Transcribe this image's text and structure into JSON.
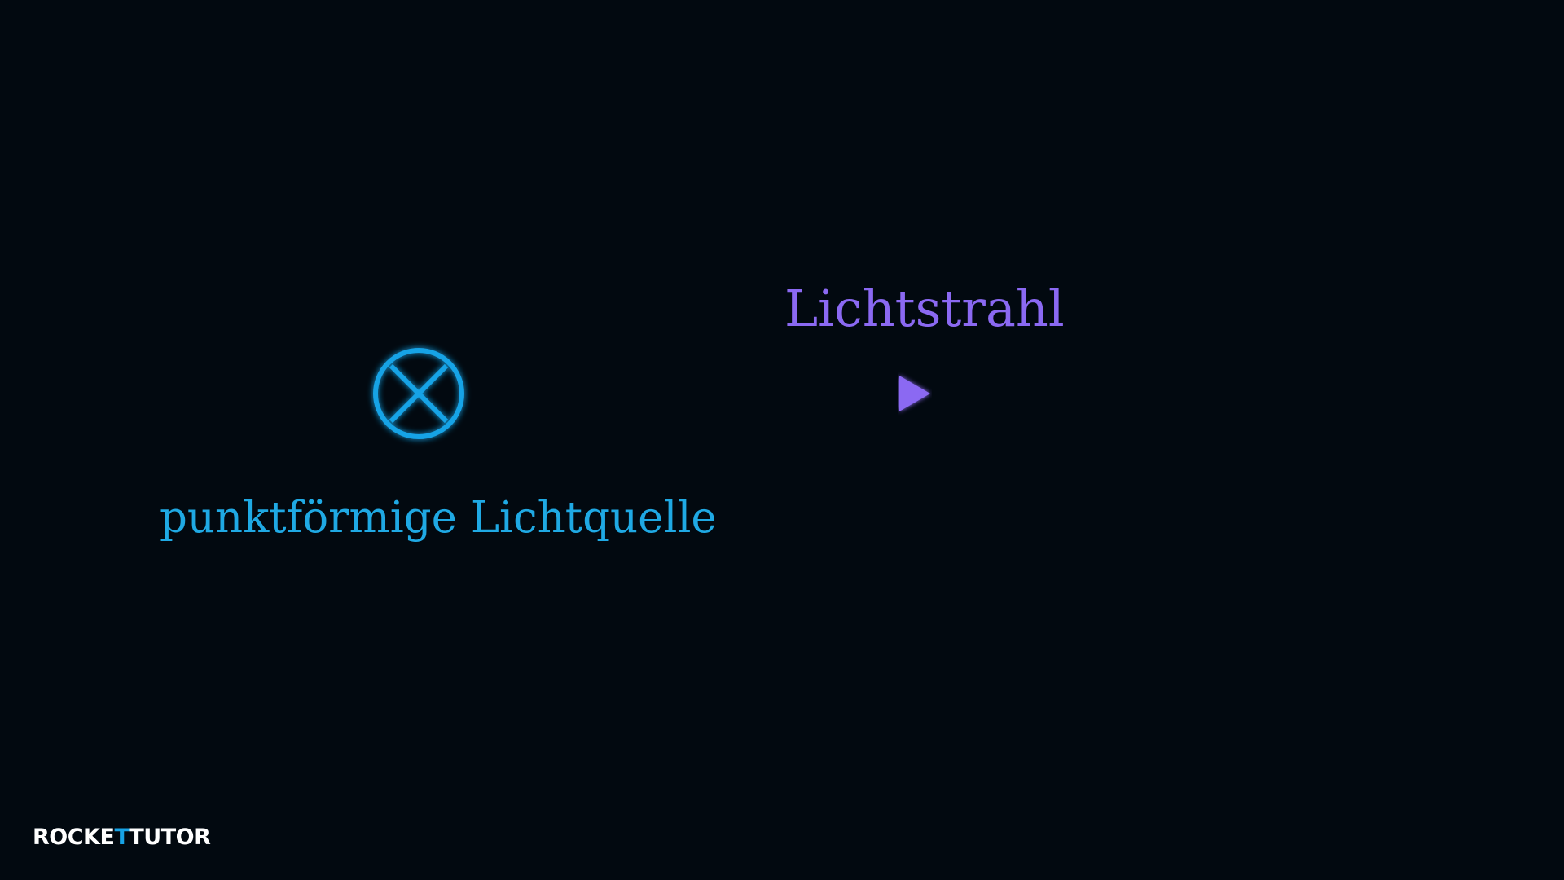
{
  "labels": {
    "ray": "Lichtstrahl",
    "source": "punktförmige Lichtquelle"
  },
  "logo": {
    "text": "ROCKETTUTOR",
    "part1": "ROCKE",
    "cross": "T",
    "part2": "TUTO",
    "part3": "R"
  },
  "colors": {
    "background": "#020910",
    "ray": "#8b69f2",
    "source": "#1fa9e4",
    "logo_text": "#ffffff",
    "logo_accent": "#17a3e6"
  },
  "icons": {
    "source_symbol": "circled-x-light-source-icon",
    "ray_arrow": "arrowhead-right-icon"
  }
}
